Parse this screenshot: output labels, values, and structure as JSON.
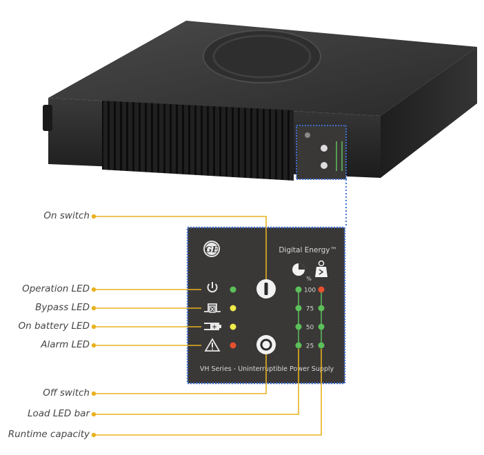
{
  "panel": {
    "brand": "Digital Energy™",
    "series_text": "VH Series - Uninterruptible Power Supply",
    "load_unit": "%",
    "load_levels": [
      "100",
      "75",
      "50",
      "25"
    ]
  },
  "callouts": [
    {
      "id": "on-switch",
      "label": "On switch"
    },
    {
      "id": "operation-led",
      "label": "Operation LED"
    },
    {
      "id": "bypass-led",
      "label": "Bypass LED"
    },
    {
      "id": "on-battery-led",
      "label": "On battery LED"
    },
    {
      "id": "alarm-led",
      "label": "Alarm LED"
    },
    {
      "id": "off-switch",
      "label": "Off switch"
    },
    {
      "id": "load-led-bar",
      "label": "Load LED bar"
    },
    {
      "id": "runtime-capacity",
      "label": "Runtime capacity"
    }
  ],
  "colors": {
    "leader_line": "#e8b21f",
    "panel_bg": "#3a3837",
    "dotted_frame": "#3d6fd0",
    "led_green": "#5cc05a",
    "led_yellow": "#f0ea4a",
    "led_red": "#e8502e",
    "device_body": "#2b2b2c"
  }
}
